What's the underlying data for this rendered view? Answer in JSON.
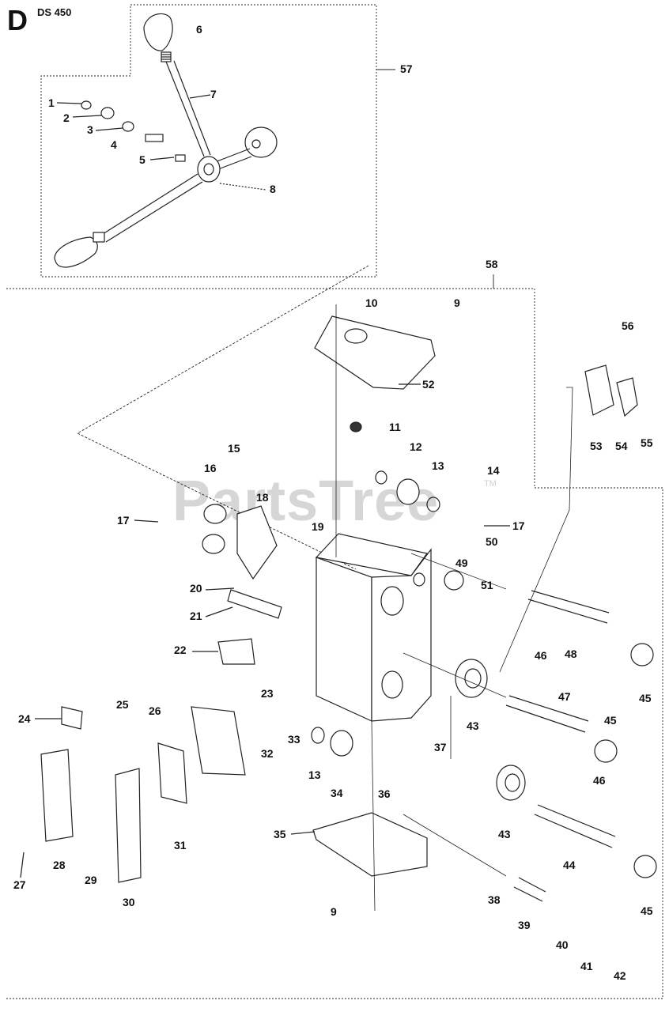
{
  "header": {
    "section_letter": "D",
    "model": "DS 450"
  },
  "watermark": {
    "text": "PartsTree",
    "trademark": "TM"
  },
  "callouts": [
    "6",
    "57",
    "7",
    "1",
    "2",
    "3",
    "4",
    "5",
    "8",
    "58",
    "10",
    "9",
    "56",
    "52",
    "11",
    "53",
    "54",
    "55",
    "15",
    "16",
    "12",
    "13",
    "14",
    "18",
    "17",
    "17",
    "19",
    "50",
    "49",
    "51",
    "20",
    "21",
    "48",
    "22",
    "46",
    "47",
    "45",
    "23",
    "24",
    "25",
    "26",
    "43",
    "33",
    "32",
    "37",
    "45",
    "13",
    "36",
    "46",
    "34",
    "31",
    "28",
    "29",
    "30",
    "27",
    "35",
    "43",
    "44",
    "45",
    "38",
    "39",
    "40",
    "41",
    "42",
    "9"
  ]
}
